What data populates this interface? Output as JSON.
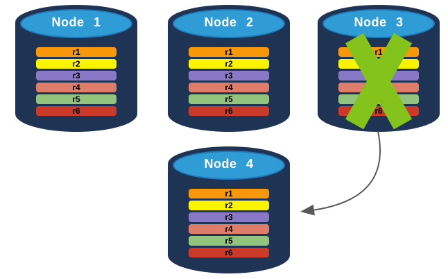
{
  "diagram": {
    "nodes": [
      {
        "id": "node-1",
        "title": "Node 1",
        "failed": false,
        "rows": [
          {
            "label": "r1",
            "color": "#F79709"
          },
          {
            "label": "r2",
            "color": "#FBF400"
          },
          {
            "label": "r3",
            "color": "#8878C6"
          },
          {
            "label": "r4",
            "color": "#DE7D6A"
          },
          {
            "label": "r5",
            "color": "#93C47D"
          },
          {
            "label": "r6",
            "color": "#CB3A28"
          }
        ]
      },
      {
        "id": "node-2",
        "title": "Node 2",
        "failed": false,
        "rows": [
          {
            "label": "r1",
            "color": "#F79709"
          },
          {
            "label": "r2",
            "color": "#FBF400"
          },
          {
            "label": "r3",
            "color": "#8878C6"
          },
          {
            "label": "r4",
            "color": "#DE7D6A"
          },
          {
            "label": "r5",
            "color": "#93C47D"
          },
          {
            "label": "r6",
            "color": "#CB3A28"
          }
        ]
      },
      {
        "id": "node-3",
        "title": "Node 3",
        "failed": true,
        "rows": [
          {
            "label": "r1",
            "color": "#F79709"
          },
          {
            "label": "r2",
            "color": "#FBF400"
          },
          {
            "label": "r3",
            "color": "#8878C6"
          },
          {
            "label": "r4",
            "color": "#DE7D6A"
          },
          {
            "label": "r5",
            "color": "#93C47D"
          },
          {
            "label": "r6",
            "color": "#CB3A28"
          }
        ]
      },
      {
        "id": "node-4",
        "title": "Node 4",
        "failed": false,
        "rows": [
          {
            "label": "r1",
            "color": "#F79709"
          },
          {
            "label": "r2",
            "color": "#FBF400"
          },
          {
            "label": "r3",
            "color": "#8878C6"
          },
          {
            "label": "r4",
            "color": "#DE7D6A"
          },
          {
            "label": "r5",
            "color": "#93C47D"
          },
          {
            "label": "r6",
            "color": "#CB3A28"
          }
        ]
      }
    ],
    "arrow": {
      "from": "node-3",
      "to": "node-4"
    },
    "failure": {
      "node": "node-3",
      "mark": "x-icon"
    },
    "colors": {
      "background": "#FFFFFF",
      "cylinder_body": "#1F3355",
      "cylinder_top": "#2F9CD6",
      "cylinder_top_border": "#1E7AB8",
      "title_text": "#FFFFFF",
      "row_text": "#000000",
      "failure_mark": "#84C31C",
      "arrow": "#595959"
    }
  }
}
